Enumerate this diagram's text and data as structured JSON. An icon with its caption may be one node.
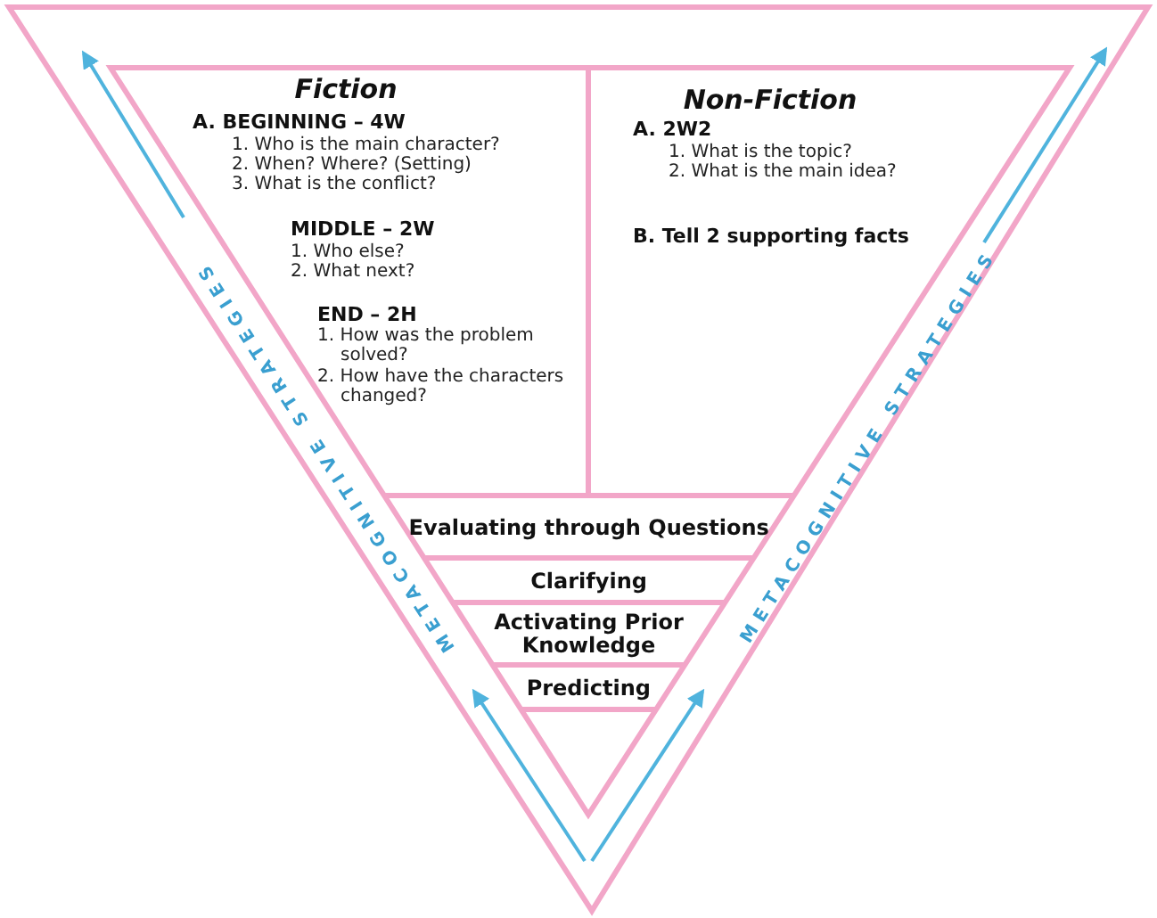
{
  "diagram": {
    "nodes": [
      {
        "text": [
          "Fiction",
          "A. BEGINNING – 4W",
          "1. Who is the main character?",
          "2. When? Where? (Setting)",
          "3. What is the conflict?",
          "MIDDLE – 2W",
          "1. Who else?",
          "2. What next?",
          "END – 2H",
          "1. How was the problem solved?",
          "2. How have the characters changed?"
        ]
      },
      {
        "text": [
          "Non-Fiction",
          "A. 2W2",
          "1. What is the topic?",
          "2. What is the main idea?",
          "B. Tell 2 supporting facts"
        ]
      },
      {
        "text": [
          "Evaluating through Questions"
        ]
      },
      {
        "text": [
          "Clarifying"
        ]
      },
      {
        "text": [
          "Activating Prior Knowledge"
        ]
      },
      {
        "text": [
          "Predicting"
        ]
      }
    ],
    "edges": [],
    "labels": [
      "METACOGNITIVE STRATEGIES",
      "METACOGNITIVE STRATEGIES"
    ]
  }
}
